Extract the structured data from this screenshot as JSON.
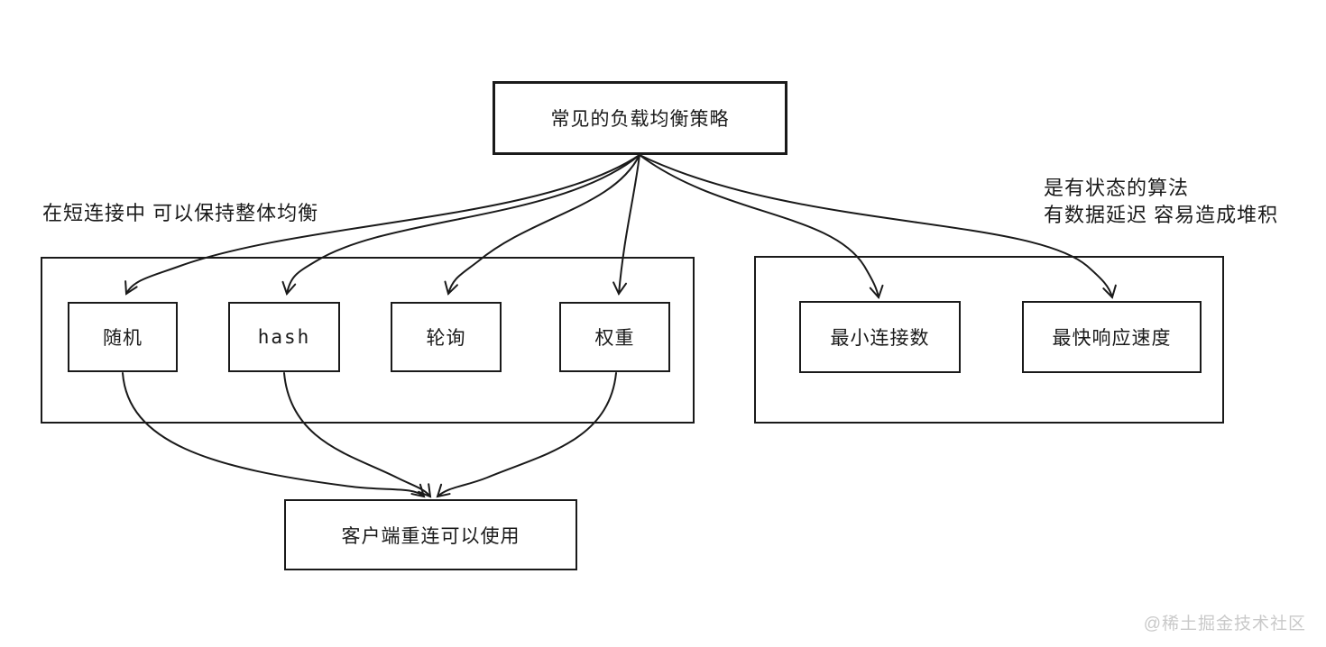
{
  "diagram_title": "常见的负载均衡策略",
  "nodes": {
    "root": {
      "label": "常见的负载均衡策略"
    },
    "random": {
      "label": "随机"
    },
    "hash": {
      "label": "hash"
    },
    "round_robin": {
      "label": "轮询"
    },
    "weight": {
      "label": "权重"
    },
    "min_connections": {
      "label": "最小连接数"
    },
    "fastest_response": {
      "label": "最快响应速度"
    },
    "client_reconnect": {
      "label": "客户端重连可以使用"
    }
  },
  "notes": {
    "left": {
      "text": "在短连接中 可以保持整体均衡"
    },
    "right": {
      "line1": "是有状态的算法",
      "line2": "有数据延迟 容易造成堆积"
    }
  },
  "edges": [
    {
      "from": "root",
      "to": "random"
    },
    {
      "from": "root",
      "to": "hash"
    },
    {
      "from": "root",
      "to": "round_robin"
    },
    {
      "from": "root",
      "to": "weight"
    },
    {
      "from": "root",
      "to": "min_connections"
    },
    {
      "from": "root",
      "to": "fastest_response"
    },
    {
      "from": "random",
      "to": "client_reconnect"
    },
    {
      "from": "hash",
      "to": "client_reconnect"
    },
    {
      "from": "weight",
      "to": "client_reconnect"
    }
  ],
  "watermark": {
    "text": "@稀土掘金技术社区"
  },
  "colors": {
    "stroke": "#1a1a1a",
    "ink": "#1a1a1a",
    "background": "#ffffff",
    "watermark": "#c9c9c9"
  }
}
